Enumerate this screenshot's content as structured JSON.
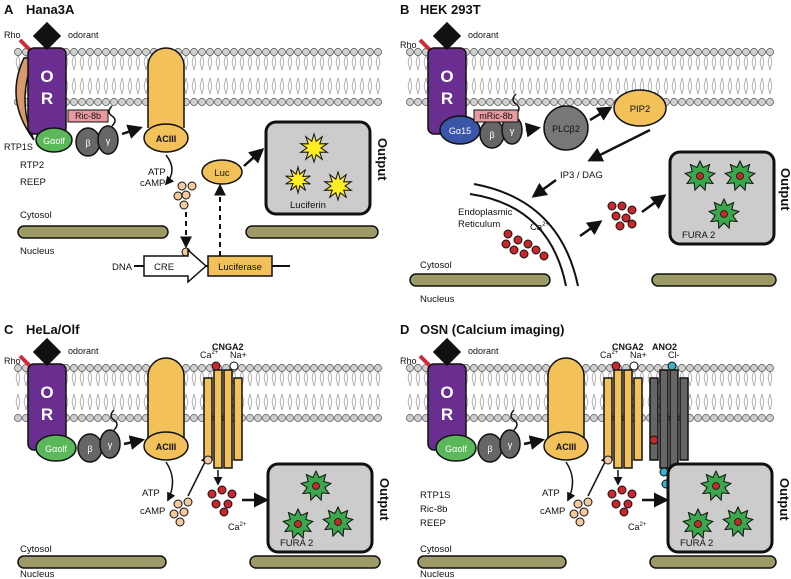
{
  "panels": {
    "A": {
      "letter": "A",
      "title": "Hana3A",
      "rho": "Rho",
      "odorant": "odorant",
      "or": "O\nR",
      "rtp1s": "RTP1S",
      "ric8b": "Ric-8b",
      "galpha": "Gαolf",
      "beta": "β",
      "gamma": "γ",
      "aciii": "ACIII",
      "atp": "ATP",
      "camp": "cAMP",
      "luc": "Luc",
      "luciferin": "Luciferin",
      "output": "Output",
      "extra": [
        "RTP2",
        "REEP"
      ],
      "cytosol": "Cytosol",
      "nucleus": "Nucleus",
      "dna": "DNA",
      "cre": "CRE",
      "luciferase": "Luciferase"
    },
    "B": {
      "letter": "B",
      "title": "HEK 293T",
      "rho": "Rho",
      "odorant": "odorant",
      "ric8b": "mRic-8b",
      "galpha": "Gα15",
      "beta": "β",
      "gamma": "γ",
      "plc": "PLCβ2",
      "pip2": "PIP2",
      "ip3": "IP3 / DAG",
      "er1": "Endoplasmic",
      "er2": "Reticulum",
      "ca": "Ca",
      "ca_sup": "2+",
      "fura": "FURA 2",
      "output": "Output",
      "cytosol": "Cytosol",
      "nucleus": "Nucleus"
    },
    "C": {
      "letter": "C",
      "title": "HeLa/Olf",
      "rho": "Rho",
      "odorant": "odorant",
      "galpha": "Gαolf",
      "beta": "β",
      "gamma": "γ",
      "aciii": "ACIII",
      "cnga2": "CNGA2",
      "ca": "Ca",
      "ca_sup": "2+",
      "na": "Na+",
      "atp": "ATP",
      "camp": "cAMP",
      "fura": "FURA 2",
      "output": "Output",
      "cytosol": "Cytosol",
      "nucleus": "Nucleus"
    },
    "D": {
      "letter": "D",
      "title": "OSN (Calcium imaging)",
      "rho": "Rho",
      "odorant": "odorant",
      "galpha": "Gαolf",
      "beta": "β",
      "gamma": "γ",
      "aciii": "ACIII",
      "cnga2": "CNGA2",
      "ano2": "ANO2",
      "ca": "Ca",
      "ca_sup": "2+",
      "na": "Na+",
      "cl": "Cl-",
      "atp": "ATP",
      "camp": "cAMP",
      "fura": "FURA 2",
      "output": "Output",
      "extra": [
        "RTP1S",
        "Ric-8b",
        "REEP"
      ],
      "cytosol": "Cytosol",
      "nucleus": "Nucleus"
    }
  },
  "colors": {
    "or": "#6a2e91",
    "golf": "#5bb85a",
    "g15": "#3a56a8",
    "gbeta": "#666666",
    "aciii": "#f2c15a",
    "pip2": "#f2c15a",
    "plc": "#777777",
    "ric": "#e89aa0",
    "camp": "#f6c9a0",
    "ca": "#c8282c",
    "star_yellow": "#ffee22",
    "star_green": "#3aa84a",
    "box": "#cccccc",
    "membrane_head": "#cfcfcf",
    "nucleus_bar": "#9c9a66",
    "rtp1s": "#d89a6a",
    "ano2": "#666666",
    "cl": "#3ab0d0"
  }
}
